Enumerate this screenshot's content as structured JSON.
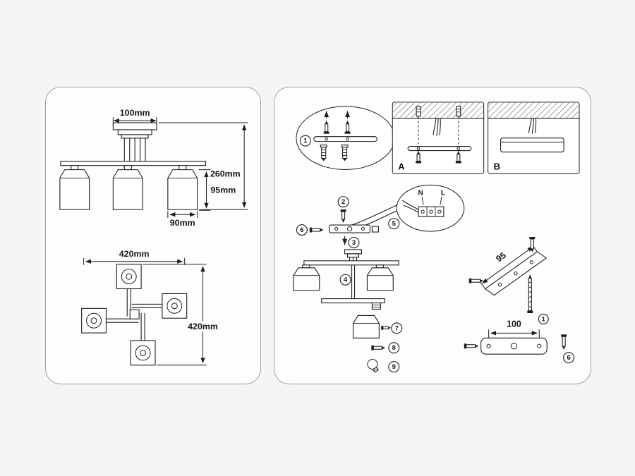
{
  "page": {
    "background": "#f5f5f6",
    "panel_background": "#fdfdfd",
    "panel_border": "#9c9fa3",
    "line_color": "#1c1c1c"
  },
  "left_panel": {
    "front_view": {
      "canopy_width": "100mm",
      "total_height": "260mm",
      "shade_height": "95mm",
      "shade_width": "90mm"
    },
    "top_view": {
      "width": "420mm",
      "depth": "420mm"
    }
  },
  "right_panel": {
    "hardware_detail": {
      "step": "1"
    },
    "mounting_options": {
      "option_a": "A",
      "option_b": "B"
    },
    "steps": {
      "s2": "2",
      "s3": "3",
      "s4": "4",
      "s5": "5",
      "s6": "6",
      "s7": "7",
      "s8": "8",
      "s9": "9"
    },
    "wiring": {
      "neutral": "N",
      "live": "L"
    },
    "angled_bracket": {
      "length": "95",
      "step": "1"
    },
    "flat_bracket": {
      "length": "100",
      "step": "6"
    }
  }
}
